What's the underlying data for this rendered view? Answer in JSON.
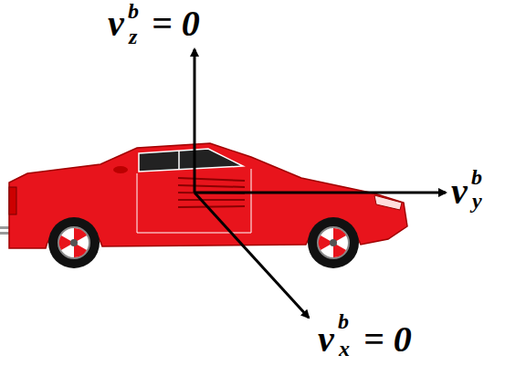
{
  "diagram": {
    "labels": [
      "v",
      "b",
      "z",
      "= 0",
      "v",
      "b",
      "y",
      "v",
      "b",
      "x",
      "= 0"
    ]
  }
}
